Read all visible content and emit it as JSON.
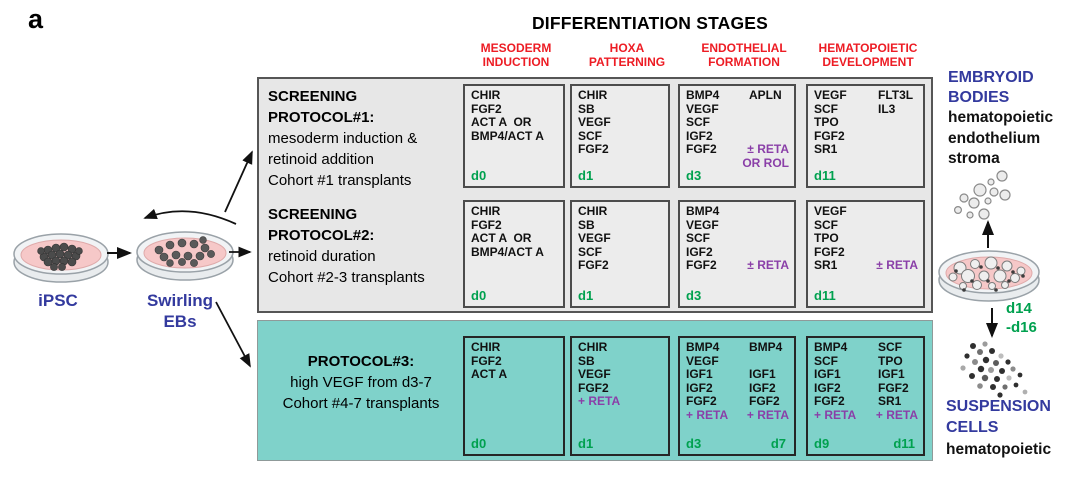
{
  "panel_label": "a",
  "title": "DIFFERENTIATION STAGES",
  "colors": {
    "red": "#ED1C24",
    "green": "#00A14F",
    "purple": "#8A3FA8",
    "blue": "#333A9E",
    "teal": "#7FD2CA"
  },
  "stage_headers": [
    {
      "line1": "MESODERM",
      "line2": "INDUCTION"
    },
    {
      "line1": "HOXA",
      "line2": "PATTERNING"
    },
    {
      "line1": "ENDOTHELIAL",
      "line2": "FORMATION"
    },
    {
      "line1": "HEMATOPOIETIC",
      "line2": "DEVELOPMENT"
    }
  ],
  "left_flow": {
    "ipsc_label": "iPSC",
    "swirling_lines": [
      "Swirling",
      "EBs"
    ]
  },
  "protocols": [
    {
      "title_lines": [
        "SCREENING",
        "PROTOCOL#1:"
      ],
      "desc_lines": [
        "mesoderm induction &",
        "retinoid addition",
        "Cohort #1 transplants"
      ],
      "boxes": [
        {
          "rows": [
            {
              "l": "CHIR"
            },
            {
              "l": "FGF2"
            },
            {
              "l": "ACT A  OR"
            },
            {
              "l": "BMP4/ACT A"
            }
          ],
          "dl": "d0"
        },
        {
          "rows": [
            {
              "l": "CHIR"
            },
            {
              "l": "SB"
            },
            {
              "l": "VEGF"
            },
            {
              "l": "SCF"
            },
            {
              "l": "FGF2"
            }
          ],
          "dl": "d1"
        },
        {
          "rows": [
            {
              "l": "BMP4",
              "r": "APLN"
            },
            {
              "l": "VEGF"
            },
            {
              "l": "SCF"
            },
            {
              "l": "IGF2"
            },
            {
              "l": "FGF2",
              "r": "± RETA",
              "rc": "purple"
            },
            {
              "r": "OR ROL",
              "rc": "purple"
            }
          ],
          "dl": "d3"
        },
        {
          "rows": [
            {
              "l": "VEGF",
              "r": "FLT3L"
            },
            {
              "l": "SCF",
              "r": "IL3"
            },
            {
              "l": "TPO"
            },
            {
              "l": "FGF2"
            },
            {
              "l": "SR1"
            }
          ],
          "dl": "d11"
        }
      ]
    },
    {
      "title_lines": [
        "SCREENING",
        "PROTOCOL#2:"
      ],
      "desc_lines": [
        "retinoid duration",
        "Cohort #2-3 transplants"
      ],
      "boxes": [
        {
          "rows": [
            {
              "l": "CHIR"
            },
            {
              "l": "FGF2"
            },
            {
              "l": "ACT A  OR"
            },
            {
              "l": "BMP4/ACT A"
            }
          ],
          "dl": "d0"
        },
        {
          "rows": [
            {
              "l": "CHIR"
            },
            {
              "l": "SB"
            },
            {
              "l": "VEGF"
            },
            {
              "l": "SCF"
            },
            {
              "l": "FGF2"
            }
          ],
          "dl": "d1"
        },
        {
          "rows": [
            {
              "l": "BMP4"
            },
            {
              "l": "VEGF"
            },
            {
              "l": "SCF"
            },
            {
              "l": "IGF2"
            },
            {
              "l": "FGF2",
              "r": "± RETA",
              "rc": "purple"
            }
          ],
          "dl": "d3"
        },
        {
          "rows": [
            {
              "l": "VEGF"
            },
            {
              "l": "SCF"
            },
            {
              "l": "TPO"
            },
            {
              "l": "FGF2"
            },
            {
              "l": "SR1",
              "r": "± RETA",
              "rc": "purple"
            }
          ],
          "dl": "d11"
        }
      ]
    },
    {
      "title_lines": [
        "PROTOCOL#3:"
      ],
      "desc_lines": [
        "high VEGF from d3-7",
        "Cohort #4-7 transplants"
      ],
      "boxes": [
        {
          "rows": [
            {
              "l": "CHIR"
            },
            {
              "l": "FGF2"
            },
            {
              "l": "ACT A"
            }
          ],
          "dl": "d0"
        },
        {
          "rows": [
            {
              "l": "CHIR"
            },
            {
              "l": "SB"
            },
            {
              "l": "VEGF"
            },
            {
              "l": "FGF2"
            },
            {
              "l": "+ RETA",
              "lc": "purple"
            }
          ],
          "dl": "d1"
        },
        {
          "rows": [
            {
              "l": "BMP4",
              "r": "BMP4"
            },
            {
              "l": "VEGF"
            },
            {
              "l": "IGF1",
              "r": "IGF1"
            },
            {
              "l": "IGF2",
              "r": "IGF2"
            },
            {
              "l": "FGF2",
              "r": "FGF2"
            },
            {
              "l": "+ RETA",
              "lc": "purple",
              "r": "+ RETA",
              "rc": "purple"
            }
          ],
          "dl": "d3",
          "dr": "d7"
        },
        {
          "rows": [
            {
              "l": "BMP4",
              "r": "SCF"
            },
            {
              "l": "SCF",
              "r": "TPO"
            },
            {
              "l": "IGF1",
              "r": "IGF1"
            },
            {
              "l": "IGF2",
              "r": "FGF2"
            },
            {
              "l": "FGF2",
              "r": "SR1"
            },
            {
              "l": "+ RETA",
              "lc": "purple",
              "r": "+ RETA",
              "rc": "purple"
            }
          ],
          "dl": "d9",
          "dr": "d11"
        }
      ]
    }
  ],
  "right_flow": {
    "embryoid_title_lines": [
      "EMBRYOID",
      "BODIES"
    ],
    "embryoid_sub_lines": [
      "hematopoietic",
      "endothelium",
      "stroma"
    ],
    "day_range_lines": [
      "d14",
      "-d16"
    ],
    "suspension_title_lines": [
      "SUSPENSION",
      "CELLS"
    ],
    "suspension_sub_line": "hematopoietic"
  }
}
